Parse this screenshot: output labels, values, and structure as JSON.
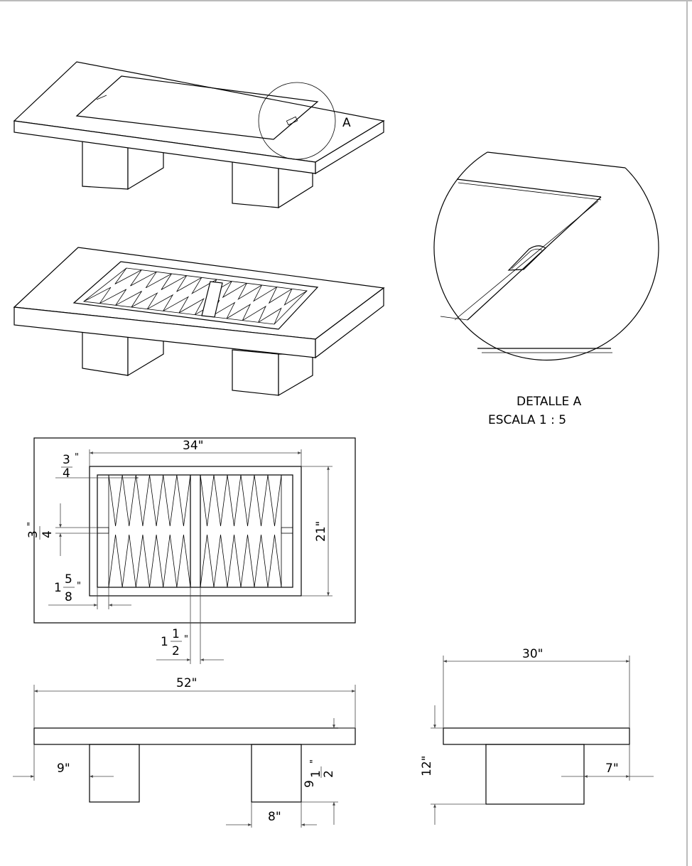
{
  "detail": {
    "callout_letter": "A",
    "title": "DETALLE A",
    "scale": "ESCALA 1 : 5"
  },
  "top_view": {
    "overall_inner_width": "34\"",
    "inner_height": "21\"",
    "frac_three_quarter_top": {
      "num": "3",
      "den": "4",
      "unit": "\""
    },
    "frac_three_quarter_side": {
      "num": "3",
      "den": "4",
      "unit": "\""
    },
    "frac_one_five_eighths": {
      "whole": "1",
      "num": "5",
      "den": "8",
      "unit": "\""
    },
    "frac_one_half": {
      "whole": "1",
      "num": "1",
      "den": "2",
      "unit": "\""
    }
  },
  "front_view": {
    "overall_width": "52\"",
    "leg_offset": "9\"",
    "leg_width": "8\"",
    "leg_height": {
      "whole": "9",
      "num": "1",
      "den": "2",
      "unit": "\""
    }
  },
  "side_view": {
    "overall_width": "30\"",
    "overall_height": "12\"",
    "leg_inset": "7\""
  }
}
